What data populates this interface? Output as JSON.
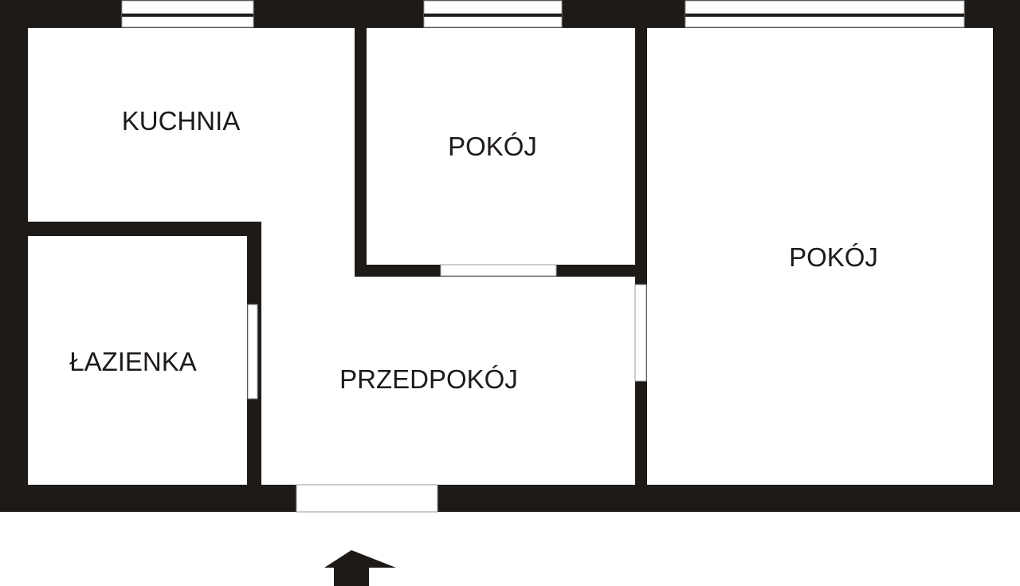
{
  "plan": {
    "rooms": [
      {
        "id": "kitchen",
        "label": "KUCHNIA"
      },
      {
        "id": "room-small",
        "label": "POKÓJ"
      },
      {
        "id": "room-large",
        "label": "POKÓJ"
      },
      {
        "id": "bathroom",
        "label": "ŁAZIENKA"
      },
      {
        "id": "hallway",
        "label": "PRZEDPOKÓJ"
      }
    ],
    "colors": {
      "wall": "#1e1a18",
      "floor": "#ffffff"
    },
    "entrance_icon": "arrow-up-icon"
  }
}
